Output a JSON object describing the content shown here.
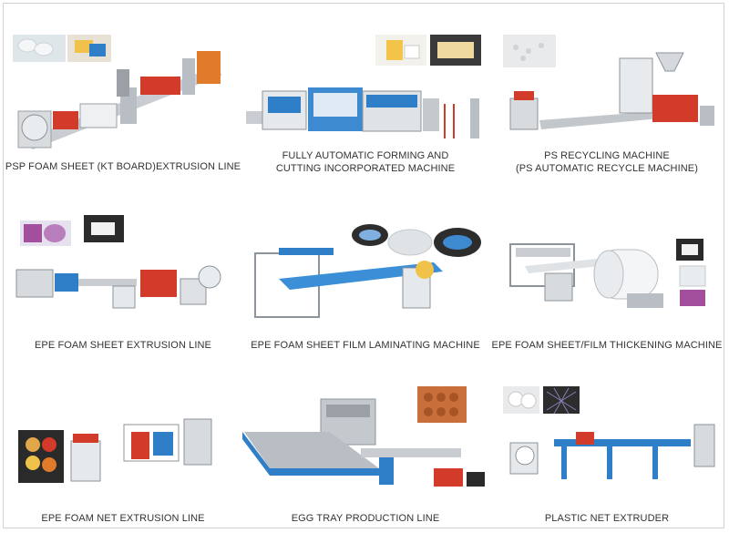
{
  "machines": [
    {
      "title": "PSP FOAM SHEET (KT BOARD)EXTRUSION LINE"
    },
    {
      "title_line1": "FULLY AUTOMATIC FORMING AND",
      "title_line2": "CUTTING INCORPORATED MACHINE"
    },
    {
      "title_line1": "PS RECYCLING MACHINE",
      "title_line2": "(PS AUTOMATIC RECYCLE MACHINE)"
    },
    {
      "title": "EPE FOAM SHEET EXTRUSION  LINE"
    },
    {
      "title": "EPE FOAM SHEET FILM LAMINATING MACHINE"
    },
    {
      "title": "EPE FOAM SHEET/FILM THICKENING MACHINE"
    },
    {
      "title": "EPE FOAM NET EXTRUSION LINE"
    },
    {
      "title": "EGG TRAY PRODUCTION LINE"
    },
    {
      "title": "PLASTIC NET EXTRUDER"
    }
  ],
  "colors": {
    "machine_blue": "#2f7fc8",
    "machine_red": "#d23a2a",
    "machine_grey": "#b9bec4",
    "frame_border": "#d2d2d2",
    "caption": "#333333"
  }
}
